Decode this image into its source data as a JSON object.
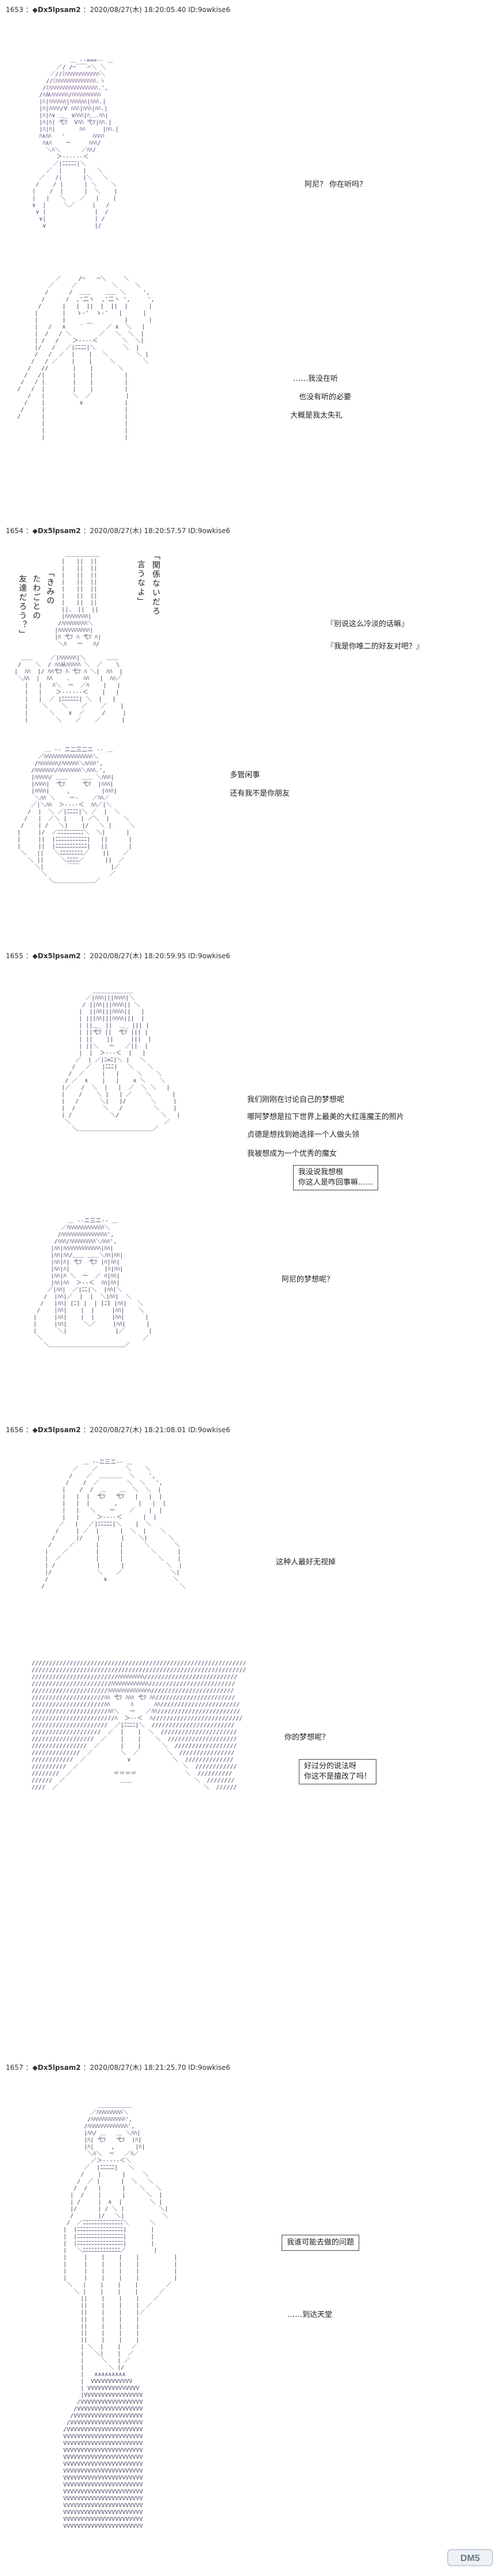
{
  "posts": [
    {
      "number": "1653",
      "name": "◆Dx5lpsam2",
      "meta": "2020/08/27(木) 18:20:05.40 ID:9owkise6",
      "lines": [
        "阿尼？ 你在听吗？",
        "……我没在听",
        "也没有听的必要",
        "大概是我太失礼"
      ]
    },
    {
      "number": "1654",
      "name": "◆Dx5lpsam2",
      "meta": "2020/08/27(木) 18:20:57.57 ID:9owkise6",
      "vertical": [
        "「関係ないだろ",
        "言うなよ」",
        "「きみの",
        "たわごとの",
        "友達だろう？」"
      ],
      "lines": [
        "『别说这么冷淡的话嘛』",
        "『我是你唯二的好友对吧？』",
        "多管闲事",
        "还有我不是你朋友"
      ]
    },
    {
      "number": "1655",
      "name": "◆Dx5lpsam2",
      "meta": "2020/08/27(木) 18:20:59.95 ID:9owkise6",
      "lines": [
        "我们刚刚在讨论自己的梦想呢",
        "哪阿梦想是拉下世界上最美的大红莲魔王的照片",
        "贞德是想找到她选择一个人做头领",
        "我被想成为一个优秀的魔女"
      ],
      "boxed": [
        "我没说我想根",
        "你这人是咋回事嘛……"
      ],
      "lines2": [
        "阿尼的梦想呢？"
      ]
    },
    {
      "number": "1656",
      "name": "◆Dx5lpsam2",
      "meta": "2020/08/27(木) 18:21:08.01 ID:9owkise6",
      "lines": [
        "这种人最好无视掉"
      ],
      "lines2": [
        "你的梦想呢？"
      ],
      "boxed": [
        "好过分的说法呀",
        "你这不是擅改了吗！"
      ]
    },
    {
      "number": "1657",
      "name": "◆Dx5lpsam2",
      "meta": "2020/08/27(木) 18:21:25.70 ID:9owkise6",
      "boxed": [
        "我谁可能去做的问题"
      ],
      "lines": [
        "……到达天堂"
      ]
    }
  ],
  "watermark": {
    "label": "DM5"
  }
}
